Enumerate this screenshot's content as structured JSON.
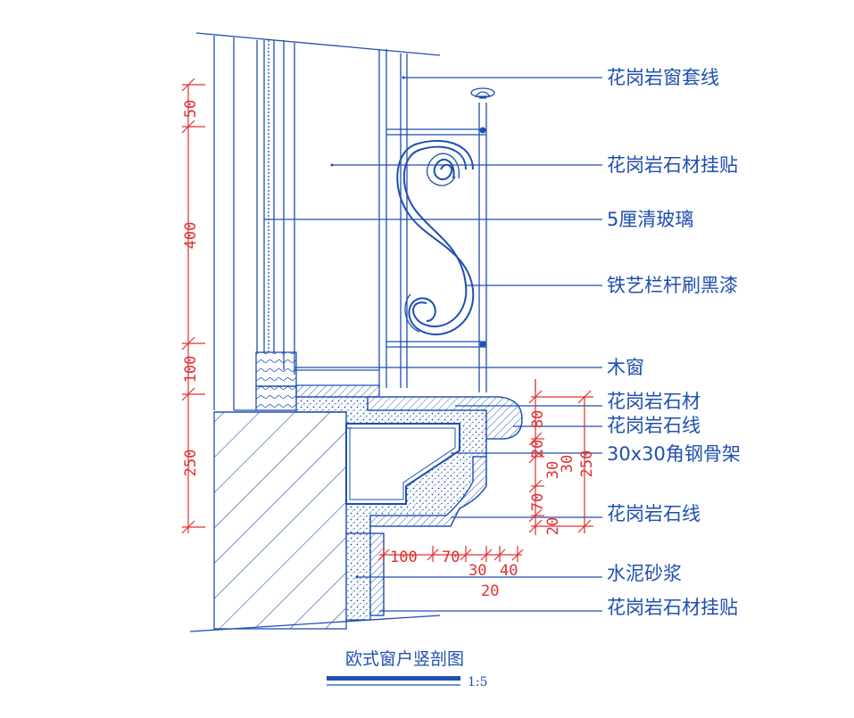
{
  "drawing_title": "欧式窗户竖剖图",
  "scale_label": "1:5",
  "labels": {
    "granite_frame_line": "花岗岩窗套线",
    "granite_cladding_top": "花岗岩石材挂贴",
    "clear_glass": "5厘清玻璃",
    "iron_railing": "铁艺栏杆刷黑漆",
    "wood_window": "木窗",
    "granite_stone": "花岗岩石材",
    "granite_line_upper": "花岗岩石线",
    "steel_frame": "30x30角钢骨架",
    "granite_line_lower": "花岗岩石线",
    "cement_mortar": "水泥砂浆",
    "granite_cladding_bottom": "花岗岩石材挂贴"
  },
  "dims_left": {
    "d50": "50",
    "d400": "400",
    "d100": "100",
    "d250": "250"
  },
  "dims_right": {
    "d80": "80",
    "d20": "20",
    "d30a": "30",
    "d30b": "30",
    "d70": "70",
    "d20b": "20",
    "d250": "250"
  },
  "dims_bottom": {
    "d100": "100",
    "d70": "70",
    "d30": "30",
    "d40": "40",
    "d20": "20"
  },
  "colors": {
    "line": "#1f4fb0",
    "dimension": "#e03030",
    "background": "#ffffff"
  }
}
